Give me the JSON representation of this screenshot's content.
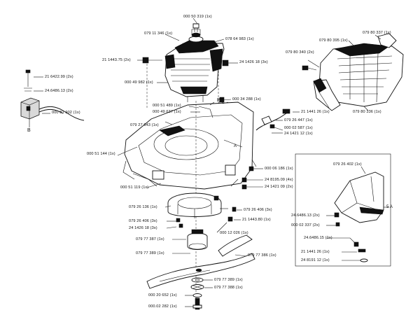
{
  "parts": [
    {
      "id": "p1",
      "text": "000 50 319  (1x)"
    },
    {
      "id": "p2",
      "text": "079 11 346  (1x)"
    },
    {
      "id": "p3",
      "text": "078 64 983  (1x)"
    },
    {
      "id": "p4",
      "text": "21 1443.75  (2x)"
    },
    {
      "id": "p5",
      "text": "24 1426 18  (3x)"
    },
    {
      "id": "p6",
      "text": "000 49 982  (1x)"
    },
    {
      "id": "p7",
      "text": "21 6422.99  (2x)"
    },
    {
      "id": "p8",
      "text": "24.6486.13  (2x)"
    },
    {
      "id": "p9",
      "text": "000 81 902  (1x)"
    },
    {
      "id": "p10",
      "text": "000 34 288  (1x)"
    },
    {
      "id": "p11",
      "text": "000 51 489  (1x)"
    },
    {
      "id": "p12",
      "text": "000 49 637  (1x)"
    },
    {
      "id": "p13",
      "text": "079 27 943  (1x)"
    },
    {
      "id": "p14",
      "text": "000 51 144  (1x)"
    },
    {
      "id": "p15",
      "text": "000 51 119  (1x)"
    },
    {
      "id": "p16",
      "text": "21 1441 26  (1x)"
    },
    {
      "id": "p17",
      "text": "079 26 447  (1x)"
    },
    {
      "id": "p18",
      "text": "000 02 587  (1x)"
    },
    {
      "id": "p19",
      "text": "24 1421 12  (1x)"
    },
    {
      "id": "p20",
      "text": "000 06 186  (1x)"
    },
    {
      "id": "p21",
      "text": "24 8195.09  (4x)"
    },
    {
      "id": "p22",
      "text": "24 1421 09  (2x)"
    },
    {
      "id": "p23",
      "text": "079 26 136  (1x)"
    },
    {
      "id": "p24",
      "text": "079 26 406  (3x)"
    },
    {
      "id": "p25",
      "text": "079 26 406  (3x)"
    },
    {
      "id": "p26",
      "text": "21 1443.80  (1x)"
    },
    {
      "id": "p27",
      "text": "24 1426 18  (3x)"
    },
    {
      "id": "p28",
      "text": "000 12 026  (1x)"
    },
    {
      "id": "p29",
      "text": "079 77 387  (1x)"
    },
    {
      "id": "p30",
      "text": "079 77 389  (1x)"
    },
    {
      "id": "p31",
      "text": "079 77 386  (1x)"
    },
    {
      "id": "p32",
      "text": "079 77 389  (1x)"
    },
    {
      "id": "p33",
      "text": "079 77 388  (1x)"
    },
    {
      "id": "p34",
      "text": "000 20 652  (1x)"
    },
    {
      "id": "p35",
      "text": "000.02 282  (1x)"
    },
    {
      "id": "p36",
      "text": "079 80 395  (1x)"
    },
    {
      "id": "p37",
      "text": "079 80 337  (1x)"
    },
    {
      "id": "p38",
      "text": "079 80 340  (2x)"
    },
    {
      "id": "p39",
      "text": "079 80 336  (1x)"
    },
    {
      "id": "p40",
      "text": "079 26 402  (1x)"
    },
    {
      "id": "p41",
      "text": "24.6486.13  (2x)"
    },
    {
      "id": "p42",
      "text": "000 02 337  (2x)"
    },
    {
      "id": "p43",
      "text": "24.6486.15  (1x)"
    },
    {
      "id": "p44",
      "text": "21 1441 26  (1x)"
    },
    {
      "id": "p45",
      "text": "24 8191 12  (1x)"
    }
  ],
  "markers": {
    "b1": "B",
    "b2": "B",
    "ref_5a": "5 A",
    "ref_a": "A"
  }
}
